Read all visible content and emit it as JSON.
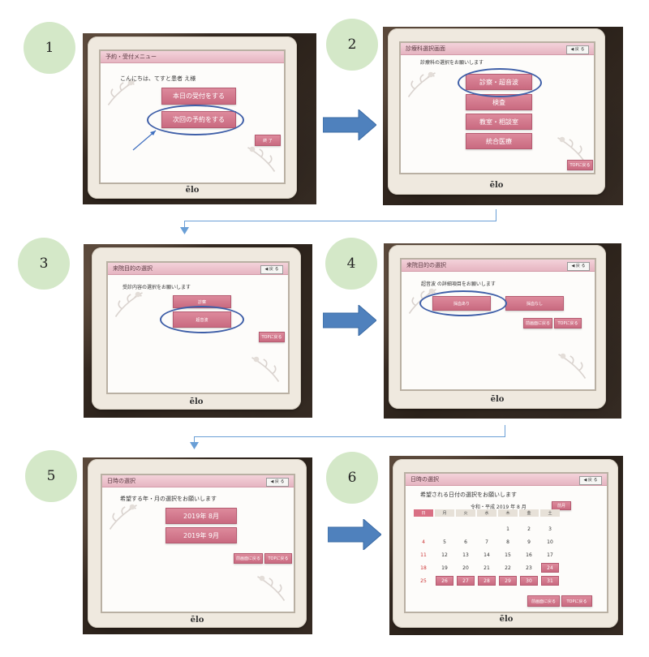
{
  "steps": [
    {
      "number": "1",
      "title": "予約・受付メニュー",
      "greeting": "こんにちは、てすと患者 え様",
      "buttons": [
        "本日の受付をする",
        "次回の予約をする"
      ],
      "side_button": "終 了"
    },
    {
      "number": "2",
      "title": "診療科選択画面",
      "back": "◀ 戻 る",
      "prompt": "診療科の選択をお願いします",
      "buttons": [
        "診察・超音波",
        "検査",
        "教室・相談室",
        "統合医療"
      ],
      "side_button": "TOPに戻る"
    },
    {
      "number": "3",
      "title": "来院目的の選択",
      "back": "◀ 戻 る",
      "prompt": "受診内容の選択をお願いします",
      "buttons": [
        "診察",
        "超音波"
      ],
      "side_button": "TOPに戻る"
    },
    {
      "number": "4",
      "title": "来院目的の選択",
      "back": "◀ 戻 る",
      "prompt": "超音波 の詳細項目をお願いします",
      "buttons": [
        "採血あり",
        "採血なし"
      ],
      "side_buttons": [
        "前画面に戻る",
        "TOPに戻る"
      ]
    },
    {
      "number": "5",
      "title": "日時の選択",
      "back": "◀ 戻 る",
      "prompt": "希望する年・月の選択をお願いします",
      "buttons": [
        "2019年 8月",
        "2019年 9月"
      ],
      "side_buttons": [
        "前画面に戻る",
        "TOPに戻る"
      ]
    },
    {
      "number": "6",
      "title": "日時の選択",
      "back": "◀ 戻 る",
      "prompt": "希望される日付の選択をお願いします",
      "month_label": "令和・平成 2019 年 8 月",
      "prev_button": "前月",
      "weekdays": [
        "日",
        "月",
        "火",
        "水",
        "木",
        "金",
        "土"
      ],
      "rows": [
        [
          "",
          "",
          "",
          "",
          "1",
          "2",
          "3"
        ],
        [
          "4",
          "5",
          "6",
          "7",
          "8",
          "9",
          "10"
        ],
        [
          "11",
          "12",
          "13",
          "14",
          "15",
          "16",
          "17"
        ],
        [
          "18",
          "19",
          "20",
          "21",
          "22",
          "23",
          "24"
        ],
        [
          "25",
          "26",
          "27",
          "28",
          "29",
          "30",
          "31"
        ]
      ],
      "available_days": [
        "24",
        "26",
        "27",
        "28",
        "29",
        "30",
        "31"
      ],
      "side_buttons": [
        "前画面に戻る",
        "TOPに戻る"
      ]
    }
  ],
  "monitor_logo": "ēlo",
  "colors": {
    "button_pink": "#d97a8f",
    "titlebar_pink": "#eec3cd",
    "highlight_ring": "#3f5fa8",
    "arrow_blue": "#4f81bd",
    "step_circle": "#d4e8c8"
  }
}
